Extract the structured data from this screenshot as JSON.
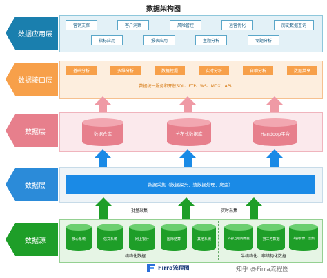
{
  "title": "数据架构图",
  "layers": {
    "app": "数据应用层",
    "api": "数据接口层",
    "data": "数据层",
    "data2": "数据层",
    "source": "数据源"
  },
  "app_row1": [
    "营销支撑",
    "客户洞察",
    "风险管控",
    "运营优化",
    "历史数据查询"
  ],
  "app_row2": [
    "指标应用",
    "报表应用",
    "主题分析",
    "专题分析"
  ],
  "api_items": [
    "基础分析",
    "多维分析",
    "数据挖掘",
    "实时分析",
    "自助分析",
    "数据共享"
  ],
  "api_desc": "数据统一服务和开放SQL、FTP、WS、MDX、API、......",
  "storage": [
    "数据仓库",
    "分布式数据库",
    "Handoop平台"
  ],
  "collect": "数据采集（数据探头、流数据处理、爬虫）",
  "batch_label": "批量采集",
  "realtime_label": "实时采集",
  "structured_sources": [
    "核心系统",
    "信贷系统",
    "网上银行",
    "国际结算",
    "其他系统"
  ],
  "structured_caption": "结构化数据",
  "unstructured_sources": [
    "外部互联网数据",
    "第三方数据",
    "内部影像、音频"
  ],
  "unstructured_caption": "半结构化、非结构化数据",
  "footer_brand": "Firra流程图",
  "watermark": "知乎 @Firra流程图",
  "colors": {
    "app": "#1a7fae",
    "api": "#f7a04a",
    "data": "#e77f8c",
    "data2": "#2b8bd9",
    "source": "#1e9e28"
  }
}
